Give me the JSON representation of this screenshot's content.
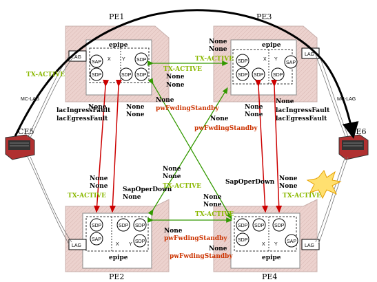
{
  "nodes": {
    "pe1": {
      "title": "PE1"
    },
    "pe2": {
      "title": "PE2"
    },
    "pe3": {
      "title": "PE3"
    },
    "pe4": {
      "title": "PE4"
    },
    "ce5": {
      "title": "CE5"
    },
    "ce6": {
      "title": "CE6"
    }
  },
  "inner": {
    "epipe": "epipe",
    "sap": "SAP",
    "sdp": "SDP",
    "lag": "LAG",
    "x": "X",
    "y": "Y"
  },
  "labels": {
    "tx_active": "TX-ACTIVE",
    "none": "None",
    "pw_standby": "pwFwdingStandby",
    "mc_lag": "MC-LAG",
    "lac_ingress": "lacIngressFault",
    "lac_egress": "lacEgressFault",
    "sap_oper_down": "SapOperDown"
  },
  "colors": {
    "tx_active": "#8ab800",
    "pw_standby": "#cc3300",
    "red_link": "#cc0000",
    "green_link": "#339900",
    "node_fill": "#f2dcd9"
  }
}
